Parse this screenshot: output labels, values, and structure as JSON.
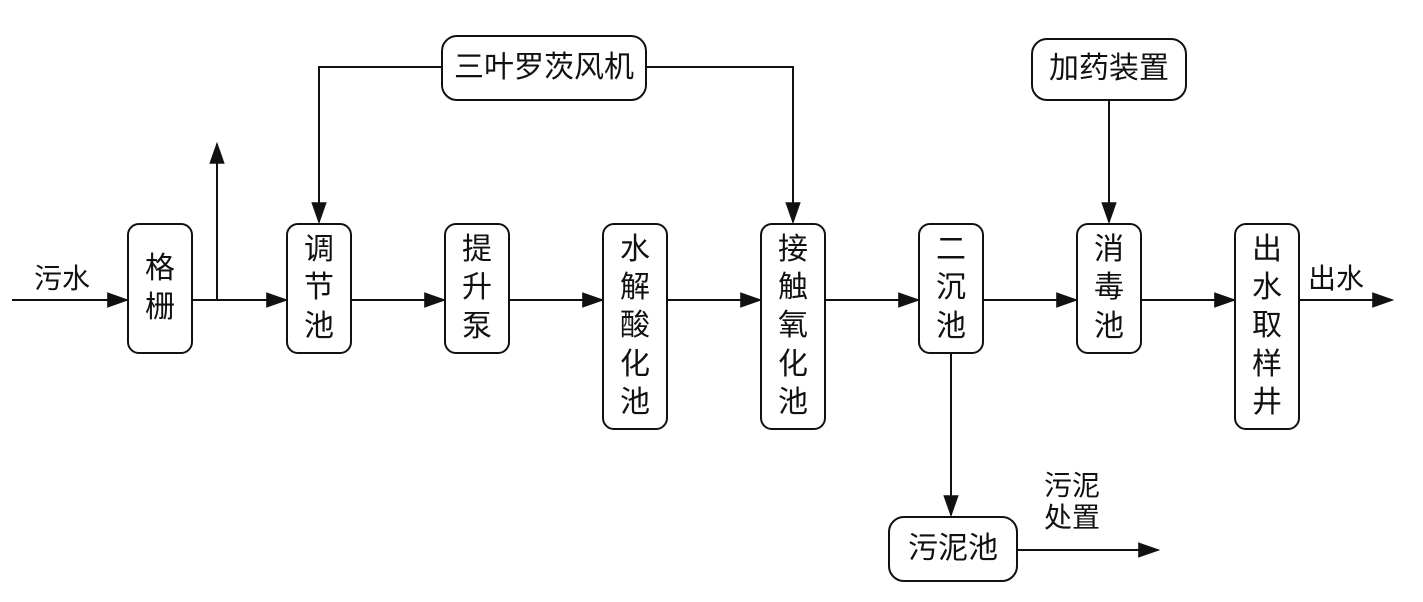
{
  "input_label": "污水",
  "output_label": "出水",
  "sludge_disposal_label": "污泥处置",
  "units": {
    "grille": "格栅",
    "equalization_tank": "调节池",
    "lift_pump": "提升泵",
    "hydrolysis_acidification_tank": "水解酸化池",
    "contact_oxidation_tank": "接触氧化池",
    "secondary_clarifier": "二沉池",
    "disinfection_tank": "消毒池",
    "effluent_sampling_well": "出水取样井",
    "roots_blower": "三叶罗茨风机",
    "dosing_device": "加药装置",
    "sludge_tank": "污泥池"
  },
  "colors": {
    "line": "#111111",
    "box_fill": "#ffffff",
    "text": "#111111"
  }
}
